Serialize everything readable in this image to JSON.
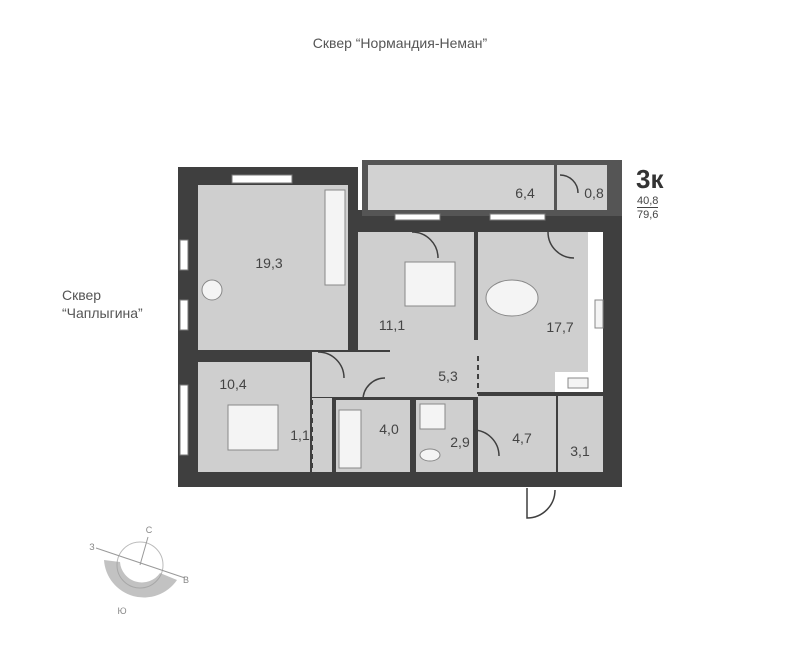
{
  "labels": {
    "top": "Сквер “Нормандия-Неман”",
    "left_line1": "Сквер",
    "left_line2": "“Чаплыгина”"
  },
  "apartment": {
    "type": "3к",
    "living_area": "40,8",
    "total_area": "79,6"
  },
  "rooms": [
    {
      "name": "bedroom-large",
      "area": "19,3"
    },
    {
      "name": "bedroom-middle",
      "area": "11,1"
    },
    {
      "name": "kitchen-living",
      "area": "17,7"
    },
    {
      "name": "balcony",
      "area": "6,4"
    },
    {
      "name": "balcony-storage",
      "area": "0,8"
    },
    {
      "name": "bedroom-small",
      "area": "10,4"
    },
    {
      "name": "closet",
      "area": "1,1"
    },
    {
      "name": "hall",
      "area": "5,3"
    },
    {
      "name": "bathroom",
      "area": "4,0"
    },
    {
      "name": "wc",
      "area": "2,9"
    },
    {
      "name": "entrance",
      "area": "4,7"
    },
    {
      "name": "wardrobe",
      "area": "3,1"
    }
  ],
  "compass": {
    "north": "С",
    "west": "З",
    "east": "В",
    "south": "Ю"
  },
  "colors": {
    "wall": "#3f3f3f",
    "floor": "#cfcfcf",
    "text": "#444444"
  }
}
